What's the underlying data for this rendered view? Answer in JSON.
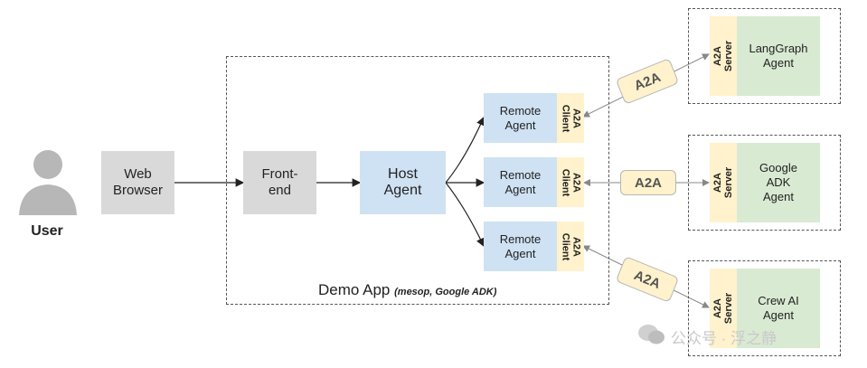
{
  "user": {
    "label": "User",
    "icon": "person-icon"
  },
  "web_browser": {
    "label": "Web\nBrowser"
  },
  "frontend": {
    "label": "Front-\nend"
  },
  "host_agent": {
    "label": "Host\nAgent"
  },
  "demo_app": {
    "label": "Demo App",
    "sub": "(mesop, Google ADK)"
  },
  "remote_agents": [
    {
      "label": "Remote\nAgent",
      "client": "A2A\nClient"
    },
    {
      "label": "Remote\nAgent",
      "client": "A2A\nClient"
    },
    {
      "label": "Remote\nAgent",
      "client": "A2A\nClient"
    }
  ],
  "connectors": [
    "A2A",
    "A2A",
    "A2A"
  ],
  "servers": [
    {
      "server": "A2A\nServer",
      "agent": "LangGraph\nAgent"
    },
    {
      "server": "A2A\nServer",
      "agent": "Google\nADK\nAgent"
    },
    {
      "server": "A2A\nServer",
      "agent": "Crew AI\nAgent"
    }
  ],
  "watermark": "公众号 · 浮之静",
  "colors": {
    "gray": "#d9d9d9",
    "blue": "#cfe2f3",
    "green": "#d9ead3",
    "yellow": "#fff2cc"
  }
}
